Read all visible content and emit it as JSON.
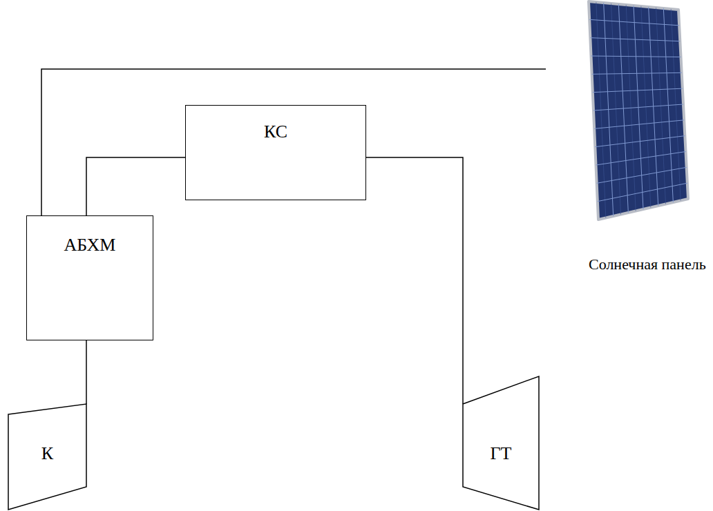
{
  "diagram": {
    "nodes": [
      {
        "text": [
          "КС"
        ]
      },
      {
        "text": [
          "АБХМ"
        ]
      },
      {
        "text": [
          "Солнечная панель"
        ]
      },
      {
        "text": [
          "К"
        ]
      },
      {
        "text": [
          "ГТ"
        ]
      }
    ],
    "edges": [
      {
        "from": 1,
        "to": 0,
        "arrow": "none"
      },
      {
        "from": 0,
        "to": 4,
        "arrow": "none"
      },
      {
        "from": 1,
        "to": 2,
        "arrow": "none"
      },
      {
        "from": 3,
        "to": 1,
        "arrow": "none"
      }
    ]
  }
}
